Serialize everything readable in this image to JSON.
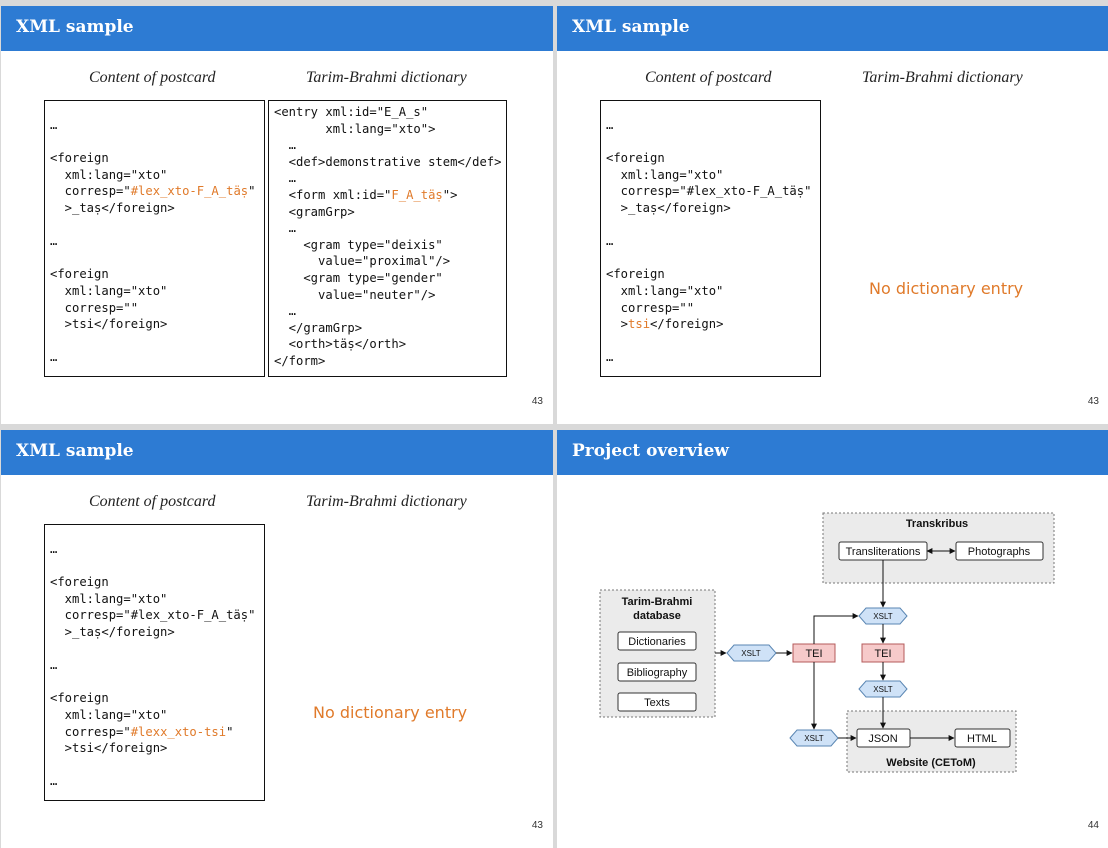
{
  "slides": [
    {
      "title": "XML sample",
      "col_left": "Content of postcard",
      "col_right": "Tarim-Brahmi dictionary",
      "page": "43",
      "postcard": {
        "ellipsis": "…",
        "f1_open": "<foreign",
        "f1_lang": "  xml:lang=\"xto\"",
        "f1_corresp_pre": "  corresp=\"",
        "f1_corresp_val": "#lex_xto-F_A_täṣ",
        "f1_corresp_post": "\"",
        "f1_close": "  >_taṣ</foreign>",
        "f2_open": "<foreign",
        "f2_lang": "  xml:lang=\"xto\"",
        "f2_corresp": "  corresp=\"\"",
        "f2_close": "  >tsi</foreign>"
      },
      "dictionary": {
        "l1": "<entry xml:id=\"E_A_s\"",
        "l2": "       xml:lang=\"xto\">",
        "l3": "  …",
        "l4": "  <def>demonstrative stem</def>",
        "l5": "  …",
        "l6_pre": "  <form xml:id=\"",
        "l6_val": "F_A_täṣ",
        "l6_post": "\">",
        "l7": "  <gramGrp>",
        "l8": "  …",
        "l9": "    <gram type=\"deixis\"",
        "l10": "      value=\"proximal\"/>",
        "l11": "    <gram type=\"gender\"",
        "l12": "      value=\"neuter\"/>",
        "l13": "  …",
        "l14": "  </gramGrp>",
        "l15": "  <orth>täṣ</orth>",
        "l16": "</form>"
      }
    },
    {
      "title": "XML sample",
      "col_left": "Content of postcard",
      "col_right": "Tarim-Brahmi dictionary",
      "page": "43",
      "no_entry": "No dictionary entry",
      "postcard": {
        "ellipsis": "…",
        "f1_open": "<foreign",
        "f1_lang": "  xml:lang=\"xto\"",
        "f1_corresp": "  corresp=\"#lex_xto-F_A_täṣ\"",
        "f1_close": "  >_taṣ</foreign>",
        "f2_open": "<foreign",
        "f2_lang": "  xml:lang=\"xto\"",
        "f2_corresp": "  corresp=\"\"",
        "f2_close_pre": "  >",
        "f2_close_val": "tsi",
        "f2_close_post": "</foreign>"
      }
    },
    {
      "title": "XML sample",
      "col_left": "Content of postcard",
      "col_right": "Tarim-Brahmi dictionary",
      "page": "43",
      "no_entry": "No dictionary entry",
      "postcard": {
        "ellipsis": "…",
        "f1_open": "<foreign",
        "f1_lang": "  xml:lang=\"xto\"",
        "f1_corresp": "  corresp=\"#lex_xto-F_A_täṣ\"",
        "f1_close": "  >_taṣ</foreign>",
        "f2_open": "<foreign",
        "f2_lang": "  xml:lang=\"xto\"",
        "f2_corresp_pre": "  corresp=\"",
        "f2_corresp_val": "#lexx_xto-tsi",
        "f2_corresp_post": "\"",
        "f2_close": "  >tsi</foreign>"
      }
    },
    {
      "title": "Project overview",
      "page": "44",
      "diagram": {
        "transkribus": "Transkribus",
        "transliterations": "Transliterations",
        "photographs": "Photographs",
        "db_line1": "Tarim-Brahmi",
        "db_line2": "database",
        "dictionaries": "Dictionaries",
        "bibliography": "Bibliography",
        "texts": "Texts",
        "xslt": "XSLT",
        "tei": "TEI",
        "json": "JSON",
        "html": "HTML",
        "website": "Website (CEToM)"
      }
    }
  ],
  "colors": {
    "header": "#2d7bd3",
    "highlight": "#e07a2a",
    "xslt_fill": "#cfe2f7",
    "tei_fill": "#f6caca",
    "group_fill": "#ebebeb"
  }
}
